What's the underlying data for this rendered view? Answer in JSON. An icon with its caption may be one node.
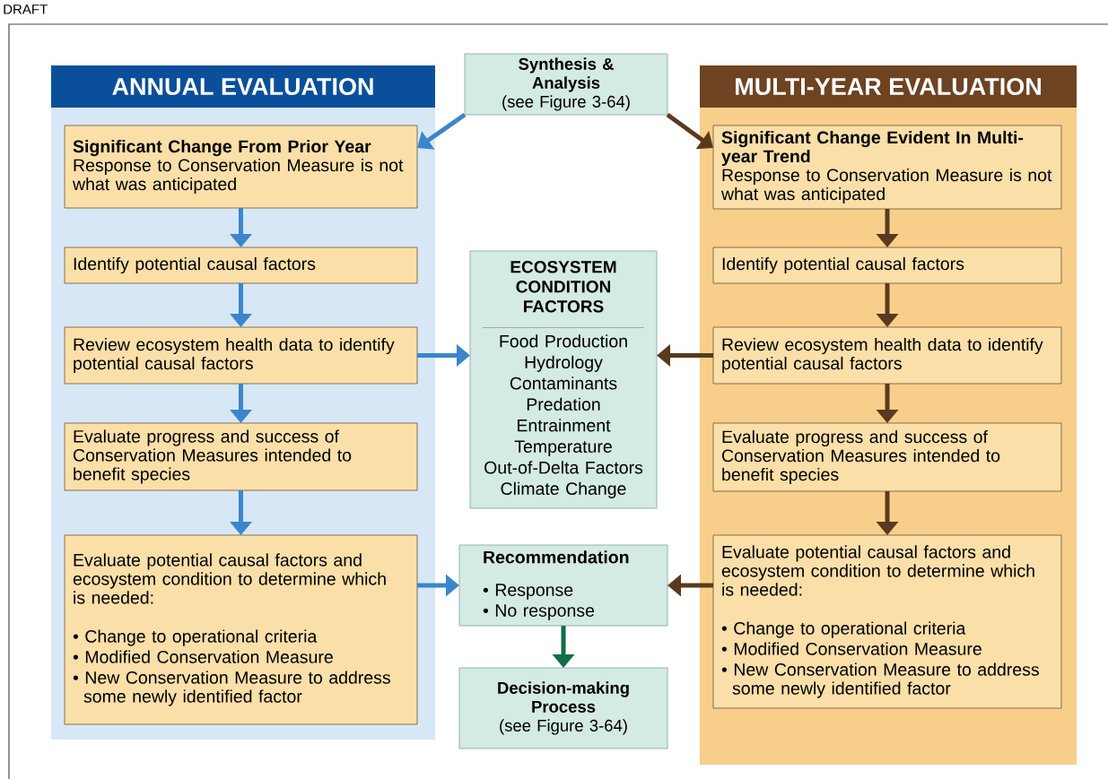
{
  "diagram": {
    "nodes": [
      {
        "text": [
          "ANNUAL EVALUATION"
        ]
      },
      {
        "text": [
          "Significant Change From Prior Year",
          "Response to Conservation Measure is not what was anticipated"
        ],
        "in": 0
      },
      {
        "text": [
          "Identify potential causal factors"
        ],
        "in": 0
      },
      {
        "text": [
          "Review ecosystem health data to identify potential causal factors"
        ],
        "in": 0
      },
      {
        "text": [
          "Evaluate progress and success of Conservation Measures intended to benefit species"
        ],
        "in": 0
      },
      {
        "text": [
          "Evaluate potential causal factors and ecosystem condition to determine which is needed:",
          "• Change to operational criteria",
          "• Modified Conservation Measure",
          "• New Conservation Measure to address some newly identified factor"
        ],
        "in": 0
      },
      {
        "text": [
          "Synthesis & Analysis",
          "(see Figure 3-64)"
        ]
      },
      {
        "text": [
          "MULTI-YEAR EVALUATION"
        ]
      },
      {
        "text": [
          "Significant Change Evident In Multi-year Trend",
          "Response to Conservation Measure is not what was anticipated"
        ],
        "in": 7
      },
      {
        "text": [
          "Identify potential causal factors"
        ],
        "in": 7
      },
      {
        "text": [
          "Review ecosystem health data to identify potential causal factors"
        ],
        "in": 7
      },
      {
        "text": [
          "Evaluate progress and success of Conservation Measures intended to benefit species"
        ],
        "in": 7
      },
      {
        "text": [
          "Evaluate potential causal factors and ecosystem condition to determine which is needed:",
          "• Change to operational criteria",
          "• Modified Conservation Measure",
          "• New Conservation Measure to address some newly identified factor"
        ],
        "in": 7
      },
      {
        "text": [
          "ECOSYSTEM CONDITION FACTORS",
          "Food Production",
          "Hydrology",
          "Contaminants",
          "Predation",
          "Entrainment",
          "Temperature",
          "Out-of-Delta Factors",
          "Climate Change"
        ]
      },
      {
        "text": [
          "Recommendation",
          "• Response",
          "• No response"
        ]
      },
      {
        "text": [
          "Decision-making Process",
          "(see Figure 3-64)"
        ]
      }
    ],
    "edges": [
      {
        "from": 6,
        "to": 1,
        "arrow": "to"
      },
      {
        "from": 6,
        "to": 8,
        "arrow": "to",
        "color": "#5a3a1e"
      },
      {
        "from": 1,
        "to": 2,
        "arrow": "to"
      },
      {
        "from": 2,
        "to": 3,
        "arrow": "to"
      },
      {
        "from": 3,
        "to": 4,
        "arrow": "to"
      },
      {
        "from": 4,
        "to": 5,
        "arrow": "to"
      },
      {
        "from": 8,
        "to": 9,
        "arrow": "to",
        "color": "#5a3a1e"
      },
      {
        "from": 9,
        "to": 10,
        "arrow": "to",
        "color": "#5a3a1e"
      },
      {
        "from": 10,
        "to": 11,
        "arrow": "to",
        "color": "#5a3a1e"
      },
      {
        "from": 11,
        "to": 12,
        "arrow": "to",
        "color": "#5a3a1e"
      },
      {
        "from": 3,
        "to": 13,
        "arrow": "to"
      },
      {
        "from": 10,
        "to": 13,
        "arrow": "to",
        "color": "#5a3a1e"
      },
      {
        "from": 5,
        "to": 14,
        "arrow": "to"
      },
      {
        "from": 12,
        "to": 14,
        "arrow": "to",
        "color": "#5a3a1e"
      },
      {
        "from": 14,
        "to": 15,
        "arrow": "to",
        "color": "#0f6e45"
      }
    ],
    "labels": [
      "DRAFT"
    ]
  }
}
